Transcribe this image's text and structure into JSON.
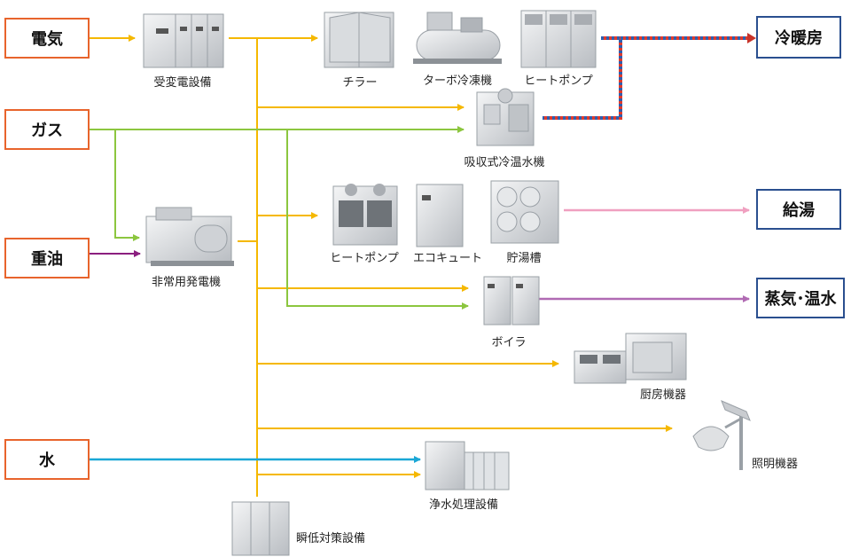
{
  "sources": {
    "electricity": "電気",
    "gas": "ガス",
    "heavy_oil": "重油",
    "water": "水"
  },
  "outputs": {
    "heating_cooling": "冷暖房",
    "hot_water_supply": "給湯",
    "steam_hot_water": "蒸気･温水"
  },
  "equipment": {
    "substation": "受変電設備",
    "chiller": "チラー",
    "turbo_chiller": "ターボ冷凍機",
    "heat_pump_top": "ヒートポンプ",
    "absorption_chiller": "吸収式冷温水機",
    "emergency_generator": "非常用発電機",
    "heat_pump_mid": "ヒートポンプ",
    "ecocute": "エコキュート",
    "storage_tank": "貯湯槽",
    "boiler": "ボイラ",
    "kitchen": "厨房機器",
    "lighting": "照明機器",
    "water_treatment": "浄水処理設備",
    "sag_protection": "瞬低対策設備"
  },
  "colors": {
    "electric": "#f5b800",
    "gas": "#8cc63f",
    "oil": "#8b1f7f",
    "water": "#1aa7d6",
    "hot_water": "#f0a0c0",
    "steam": "#b06ab3",
    "cold_red": "#e23a2a",
    "cold_blue": "#2e5fb0",
    "source_border": "#e8642c",
    "output_border": "#2a4f8f"
  }
}
